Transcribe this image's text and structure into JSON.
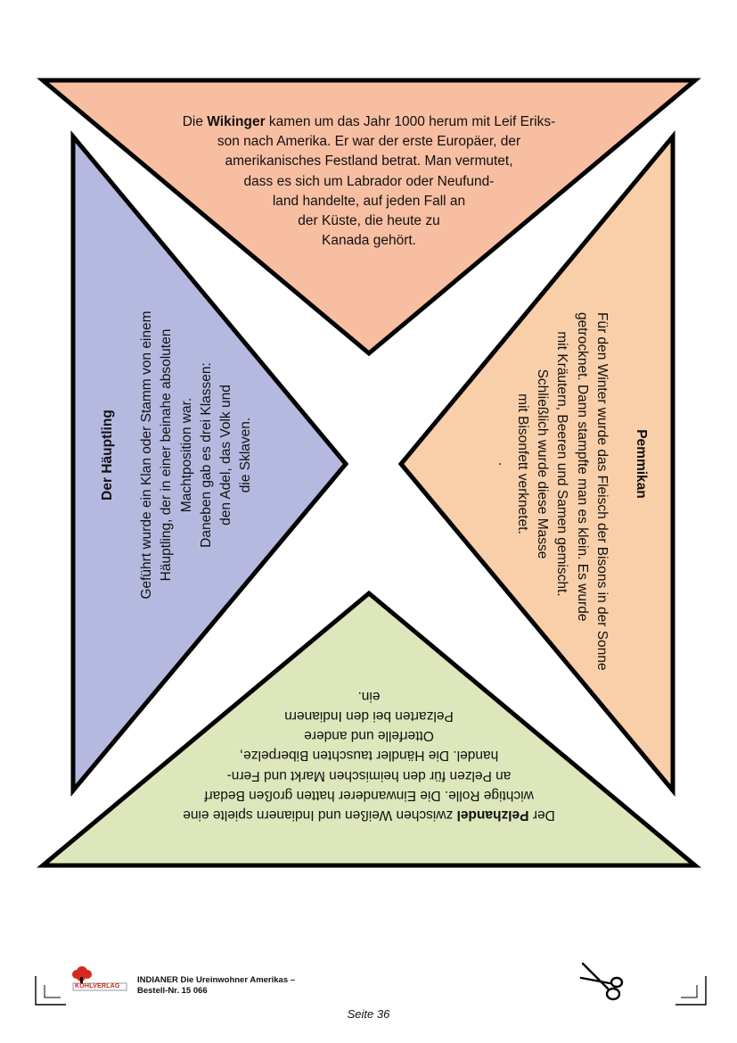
{
  "colors": {
    "top": "#f8bea1",
    "left": "#b6b9df",
    "right": "#f9cfa9",
    "bottom": "#dde7bb",
    "stroke": "#000000"
  },
  "top_card": {
    "lines": [
      [
        "Die ",
        "Wikinger",
        " kamen um das Jahr 1000 herum mit Leif Eriks-"
      ],
      [
        "son nach Amerika. Er war der erste Europäer, der"
      ],
      [
        "amerikanisches Festland betrat. Man vermutet,"
      ],
      [
        "dass es sich um Labrador oder Neufund-"
      ],
      [
        "land handelte, auf jeden Fall an"
      ],
      [
        "der Küste, die heute zu"
      ],
      [
        "Kanada gehört."
      ]
    ]
  },
  "left_card": {
    "title": "Der Häuptling",
    "lines": [
      "Geführt wurde ein Klan oder Stamm von einem",
      "Häuptling, der in einer beinahe absoluten",
      "Machtposition war.",
      "Daneben gab es drei Klassen:",
      "den Adel, das Volk und",
      "die Sklaven."
    ]
  },
  "right_card": {
    "title": "Pemmikan",
    "lines": [
      "Für den Winter wurde das Fleisch der Bisons in der Sonne",
      "getrocknet. Dann stampfte man es klein. Es wurde",
      "mit Kräutern, Beeren und Samen gemischt.",
      "Schließlich wurde diese Masse",
      "mit Bisonfett verknetet.",
      "."
    ]
  },
  "bottom_card": {
    "lines": [
      [
        "Der ",
        "Pelzhandel",
        " zwischen Weißen und Indianern spielte eine"
      ],
      [
        "wichtige Rolle. Die Einwanderer hatten großen Bedarf"
      ],
      [
        "an Pelzen für den heimischen Markt und Fern-"
      ],
      [
        "handel. Die Händler tauschten Biberpelze,"
      ],
      [
        "Otterfelle und andere"
      ],
      [
        "Pelzarten bei den Indianern"
      ],
      [
        "ein."
      ]
    ]
  },
  "footer": {
    "logo_text": "KOHLVERLAG",
    "title": "INDIANER  Die Ureinwohner Amerikas  –",
    "order": "Bestell-Nr. 15 066",
    "page": "Seite 36",
    "logo_tree_color": "#d42a1e"
  }
}
